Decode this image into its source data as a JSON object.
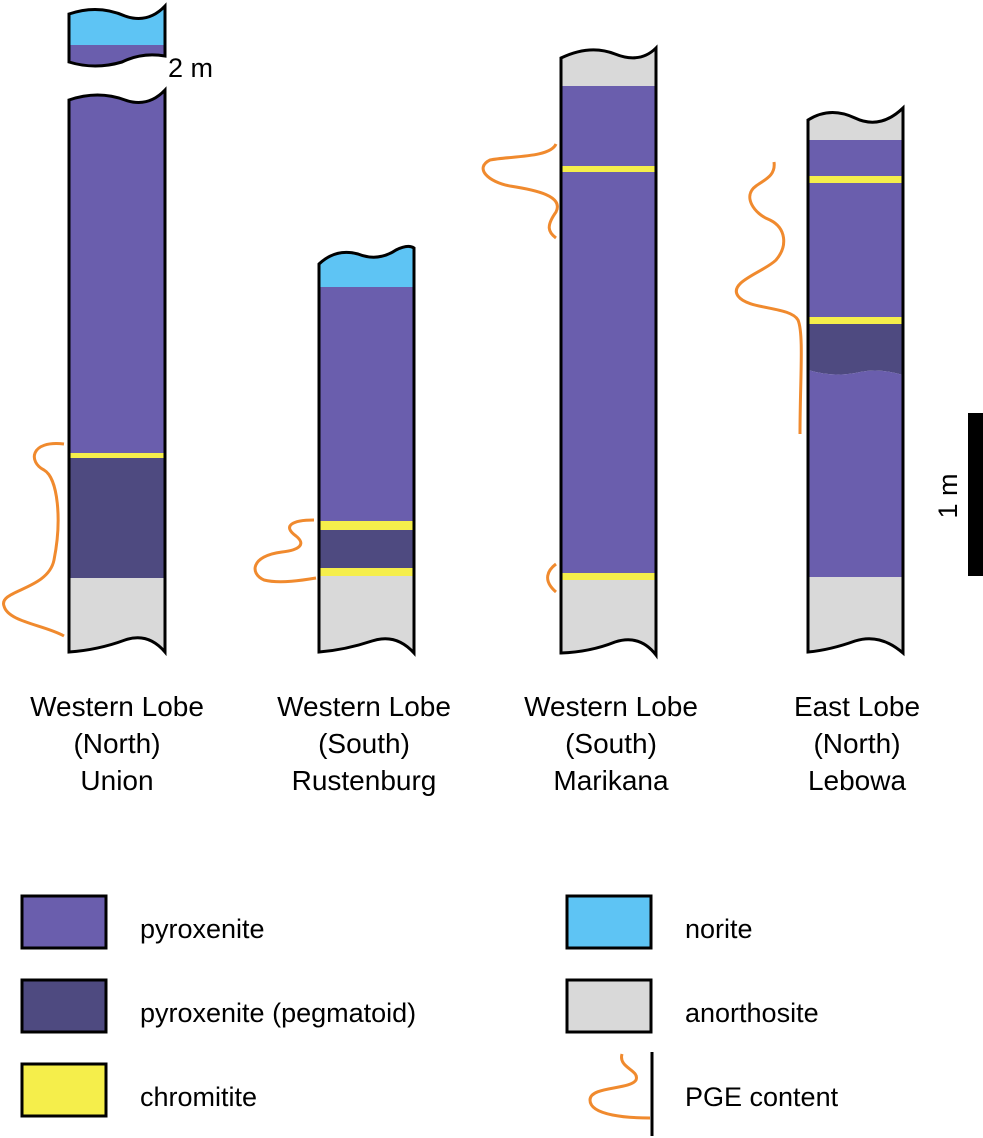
{
  "colors": {
    "pyroxenite": "#6a5ead",
    "pegmatoid": "#4e4a80",
    "chromitite": "#f5ee4b",
    "norite": "#5ec4f4",
    "anorthosite": "#d9d9d9",
    "pge": "#f08a2e",
    "outline": "#000000"
  },
  "columns": [
    {
      "line1": "Western Lobe",
      "line2": "(North)",
      "line3": "Union"
    },
    {
      "line1": "Western Lobe",
      "line2": "(South)",
      "line3": "Rustenburg"
    },
    {
      "line1": "Western Lobe",
      "line2": "(South)",
      "line3": "Marikana"
    },
    {
      "line1": "East Lobe",
      "line2": "(North)",
      "line3": "Lebowa"
    }
  ],
  "gap_label": "2 m",
  "scale_label": "1 m",
  "legend": {
    "pyroxenite": "pyroxenite",
    "pegmatoid": "pyroxenite (pegmatoid)",
    "chromitite": "chromitite",
    "norite": "norite",
    "anorthosite": "anorthosite",
    "pge": "PGE content"
  }
}
